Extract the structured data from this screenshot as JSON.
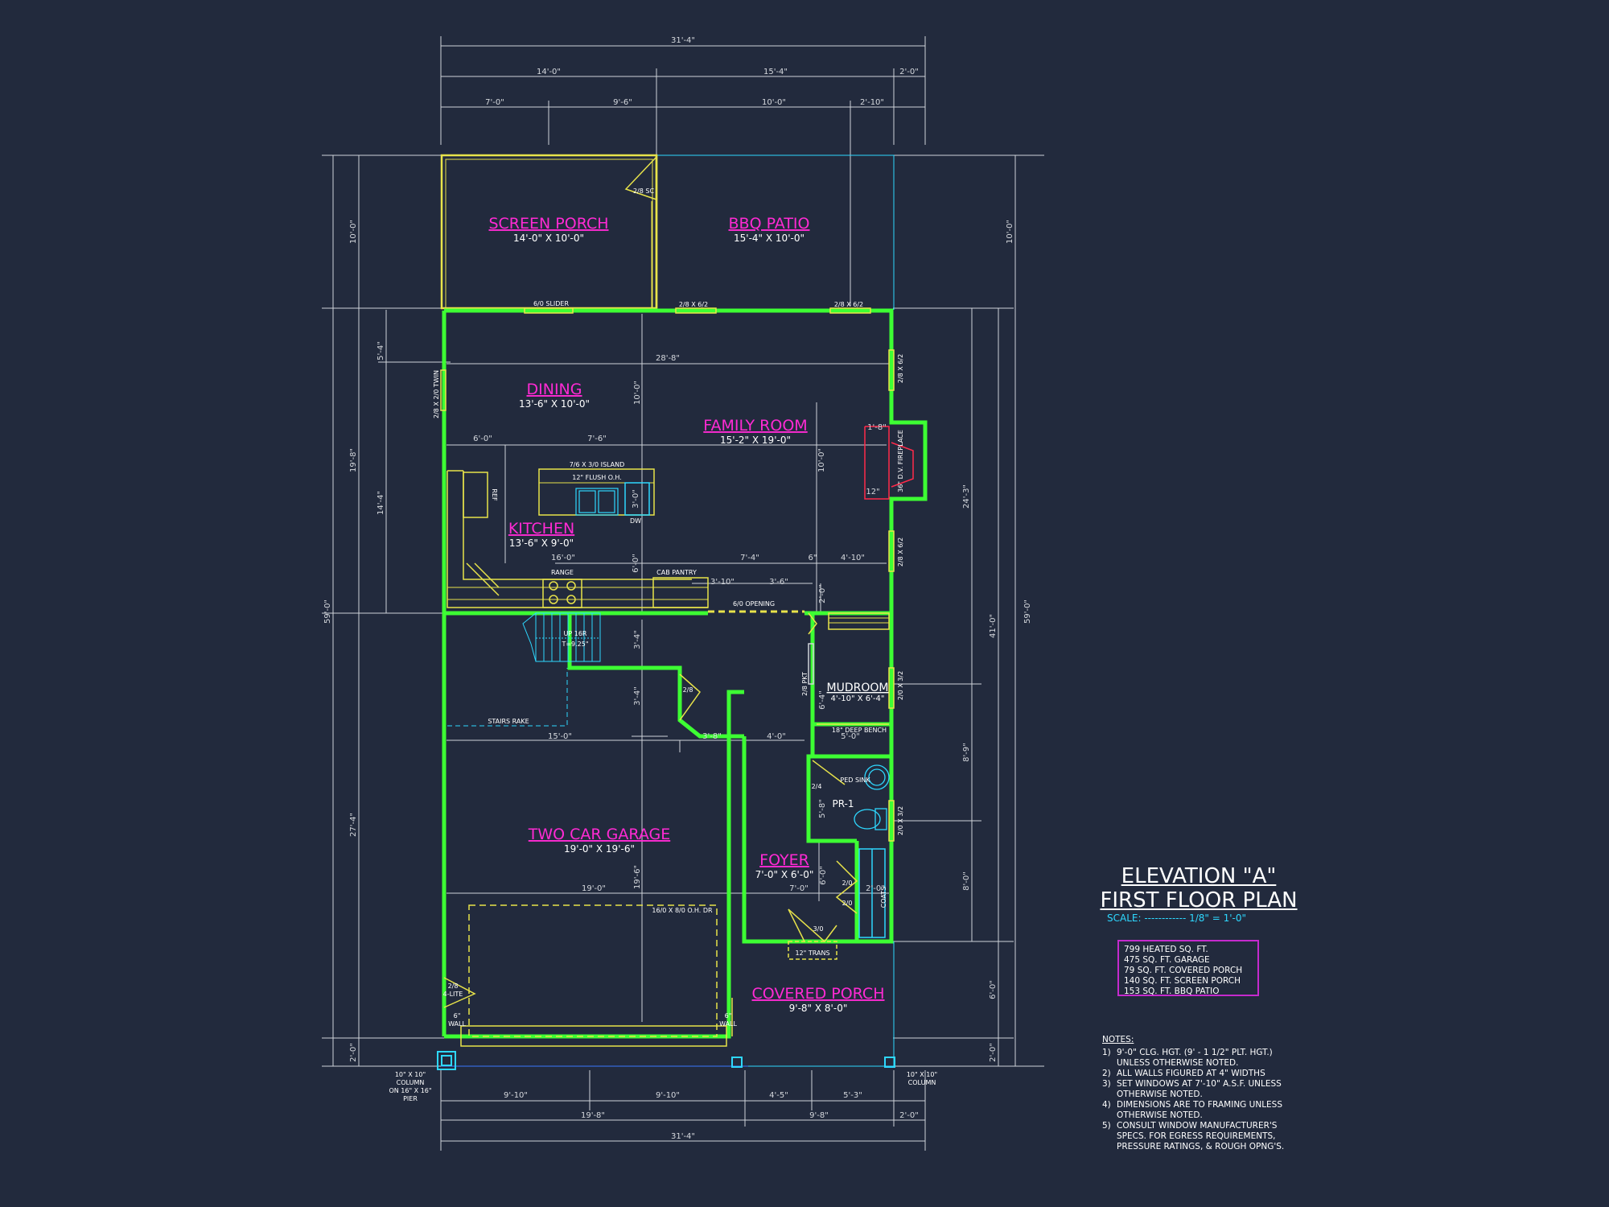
{
  "dimensions": {
    "top_total": "31'-4\"",
    "top_row1": [
      "14'-0\"",
      "15'-4\"",
      "2'-0\""
    ],
    "top_row2": [
      "7'-0\"",
      "9'-6\"",
      "10'-0\"",
      "2'-10\""
    ],
    "bottom_row1": [
      "9'-10\"",
      "9'-10\"",
      "4'-5\"",
      "5'-3\""
    ],
    "bottom_row2": [
      "19'-8\"",
      "9'-8\"",
      "2'-0\""
    ],
    "bottom_total": "31'-4\"",
    "left_outer": "59'-0\"",
    "left_segments": [
      "10'-0\"",
      "19'-8\"",
      "27'-4\"",
      "2'-0\""
    ],
    "left_inner": [
      "5'-4\"",
      "14'-4\""
    ],
    "right_outer": "59'-0\"",
    "right_segments": [
      "10'-0\"",
      "24'-3\"",
      "41'-0\"",
      "8'-9\"",
      "8'-0\"",
      "6'-0\"",
      "2'-0\""
    ],
    "interior": [
      "28'-8\"",
      "10'-0\"",
      "6'-0\"",
      "7'-6\"",
      "10'-0\"",
      "16'-0\"",
      "7'-4\"",
      "6\"",
      "4'-10\"",
      "3'-10\"",
      "3'-6\"",
      "6'-0\"",
      "2'-0\"",
      "3'-4\"",
      "3'-4\"",
      "15'-0\"",
      "3'-8\"",
      "4'-0\"",
      "5'-0\"",
      "6'-4\"",
      "5'-8\"",
      "19'-0\"",
      "7'-0\"",
      "2'-0\"",
      "6'-0\"",
      "1'-8\"",
      "12\"",
      "19'-6\"",
      "3'-0\""
    ]
  },
  "rooms": [
    {
      "name": "SCREEN PORCH",
      "size": "14'-0\" X 10'-0\""
    },
    {
      "name": "BBQ PATIO",
      "size": "15'-4\" X 10'-0\""
    },
    {
      "name": "DINING",
      "size": "13'-6\" X 10'-0\""
    },
    {
      "name": "FAMILY ROOM",
      "size": "15'-2\" X 19'-0\""
    },
    {
      "name": "KITCHEN",
      "size": "13'-6\" X 9'-0\""
    },
    {
      "name": "MUDROOM",
      "size": "4'-10\" X 6'-4\""
    },
    {
      "name": "PR-1",
      "size": ""
    },
    {
      "name": "TWO CAR GARAGE",
      "size": "19'-0\" X 19'-6\""
    },
    {
      "name": "FOYER",
      "size": "7'-0\" X 6'-0\""
    },
    {
      "name": "COVERED PORCH",
      "size": "9'-8\" X 8'-0\""
    }
  ],
  "labels": {
    "door_28sc": "2/8 SC",
    "slider": "6/0 SLIDER",
    "win1": "2/8 X 6/2",
    "win2": "2/8 X 6/2",
    "win_left": "2/8 X 2/0 TWIN",
    "win_right1": "2/8 X 6/2",
    "win_right2": "2/8 X 6/2",
    "island": "7/6 X 3/0 ISLAND",
    "flush": "12\" FLUSH O.H.",
    "dw": "DW",
    "ref": "REF",
    "range": "RANGE",
    "cab_pantry": "CAB PANTRY",
    "opening": "6/0 OPENING",
    "fireplace": "36\" D.V. FIREPLACE",
    "stairs": "UP 16R",
    "stairs_t": "T=9.25\"",
    "stairs_rake": "STAIRS RAKE",
    "door_28": "2/8",
    "door_28pkt": "2/8 PKT",
    "bench": "18\" DEEP BENCH",
    "win_mud": "2/0 X 3/2",
    "door_24": "2/4",
    "ped_sink": "PED SINK",
    "win_pr": "2/0 X 3/2",
    "door_20a": "2/0",
    "door_20b": "2/0",
    "coats": "COATS",
    "door_30": "3/0",
    "trans": "12\" TRANS",
    "garage_door": "16/0 X 8/0 O.H. DR",
    "door_4lite_a": "2/8",
    "door_4lite_b": "4-LITE",
    "wall_left_a": "6\"",
    "wall_left_b": "WALL",
    "wall_right_a": "6\"",
    "wall_right_b": "WALL",
    "col_left": [
      "10\" X 10\"",
      "COLUMN",
      "ON 16\" X 16\"",
      "PIER"
    ],
    "col_right": [
      "10\" X 10\"",
      "COLUMN"
    ]
  },
  "title": {
    "line1": "ELEVATION \"A\"",
    "line2": "FIRST FLOOR PLAN",
    "scale": "SCALE: ------------ 1/8\" = 1'-0\""
  },
  "areas": [
    "799 HEATED SQ. FT.",
    "475 SQ. FT. GARAGE",
    "79 SQ. FT. COVERED PORCH",
    "140 SQ. FT. SCREEN PORCH",
    "153 SQ. FT. BBQ PATIO"
  ],
  "notes": {
    "heading": "NOTES:",
    "items": [
      {
        "n": "1)",
        "t": "9'-0\" CLG. HGT. (9' - 1 1/2\" PLT. HGT.) UNLESS OTHERWISE NOTED."
      },
      {
        "n": "2)",
        "t": "ALL WALLS FIGURED AT 4\" WIDTHS"
      },
      {
        "n": "3)",
        "t": "SET WINDOWS AT 7'-10\" A.S.F. UNLESS OTHERWISE NOTED."
      },
      {
        "n": "4)",
        "t": "DIMENSIONS ARE TO FRAMING UNLESS OTHERWISE NOTED."
      },
      {
        "n": "5)",
        "t": "CONSULT WINDOW MANUFACTURER'S SPECS. FOR EGRESS REQUIREMENTS, PRESSURE RATINGS, & ROUGH OPNG'S."
      }
    ]
  },
  "colors": {
    "background": "#222a3d",
    "wall": "#3dff33",
    "porch": "#e8e34a",
    "room_label": "#ff2ad4",
    "cyan": "#2ed8ff",
    "dim": "#d6d9de"
  }
}
